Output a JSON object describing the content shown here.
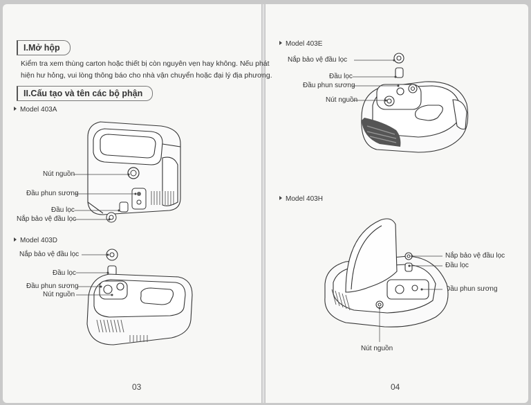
{
  "left_page": {
    "section1": {
      "title": "I.Mở hộp",
      "line1": "Kiểm tra xem thùng carton hoặc thiết bị còn nguyên vẹn hay không. Nếu phát",
      "line2": "hiện hư hỏng, vui lòng thông báo cho nhà vận chuyển hoặc đại lý địa phương."
    },
    "section2": {
      "title": "II.Cấu tạo và tên các bộ phận"
    },
    "model_403A": {
      "name": "Model 403A",
      "labels": {
        "power": "Nút nguồn",
        "nozzle": "Đầu phun sương",
        "filter": "Đầu lọc",
        "filter_cap": "Nắp bảo vệ đầu lọc"
      }
    },
    "model_403D": {
      "name": "Model 403D",
      "labels": {
        "filter_cap": "Nắp bảo vệ đầu lọc",
        "filter": "Đầu lọc",
        "nozzle": "Đầu phun sương",
        "power": "Nút nguồn"
      }
    },
    "page_number": "03"
  },
  "right_page": {
    "model_403E": {
      "name": "Model 403E",
      "labels": {
        "filter_cap": "Nắp bảo vệ đầu lọc",
        "filter": "Đầu lọc",
        "nozzle": "Đầu phun sương",
        "power": "Nút nguồn"
      }
    },
    "model_403H": {
      "name": "Model 403H",
      "labels": {
        "filter_cap": "Nắp bảo vệ đầu lọc",
        "filter": "Đầu lọc",
        "nozzle": "Đầu phun sương",
        "power": "Nút nguồn"
      }
    },
    "page_number": "04"
  }
}
